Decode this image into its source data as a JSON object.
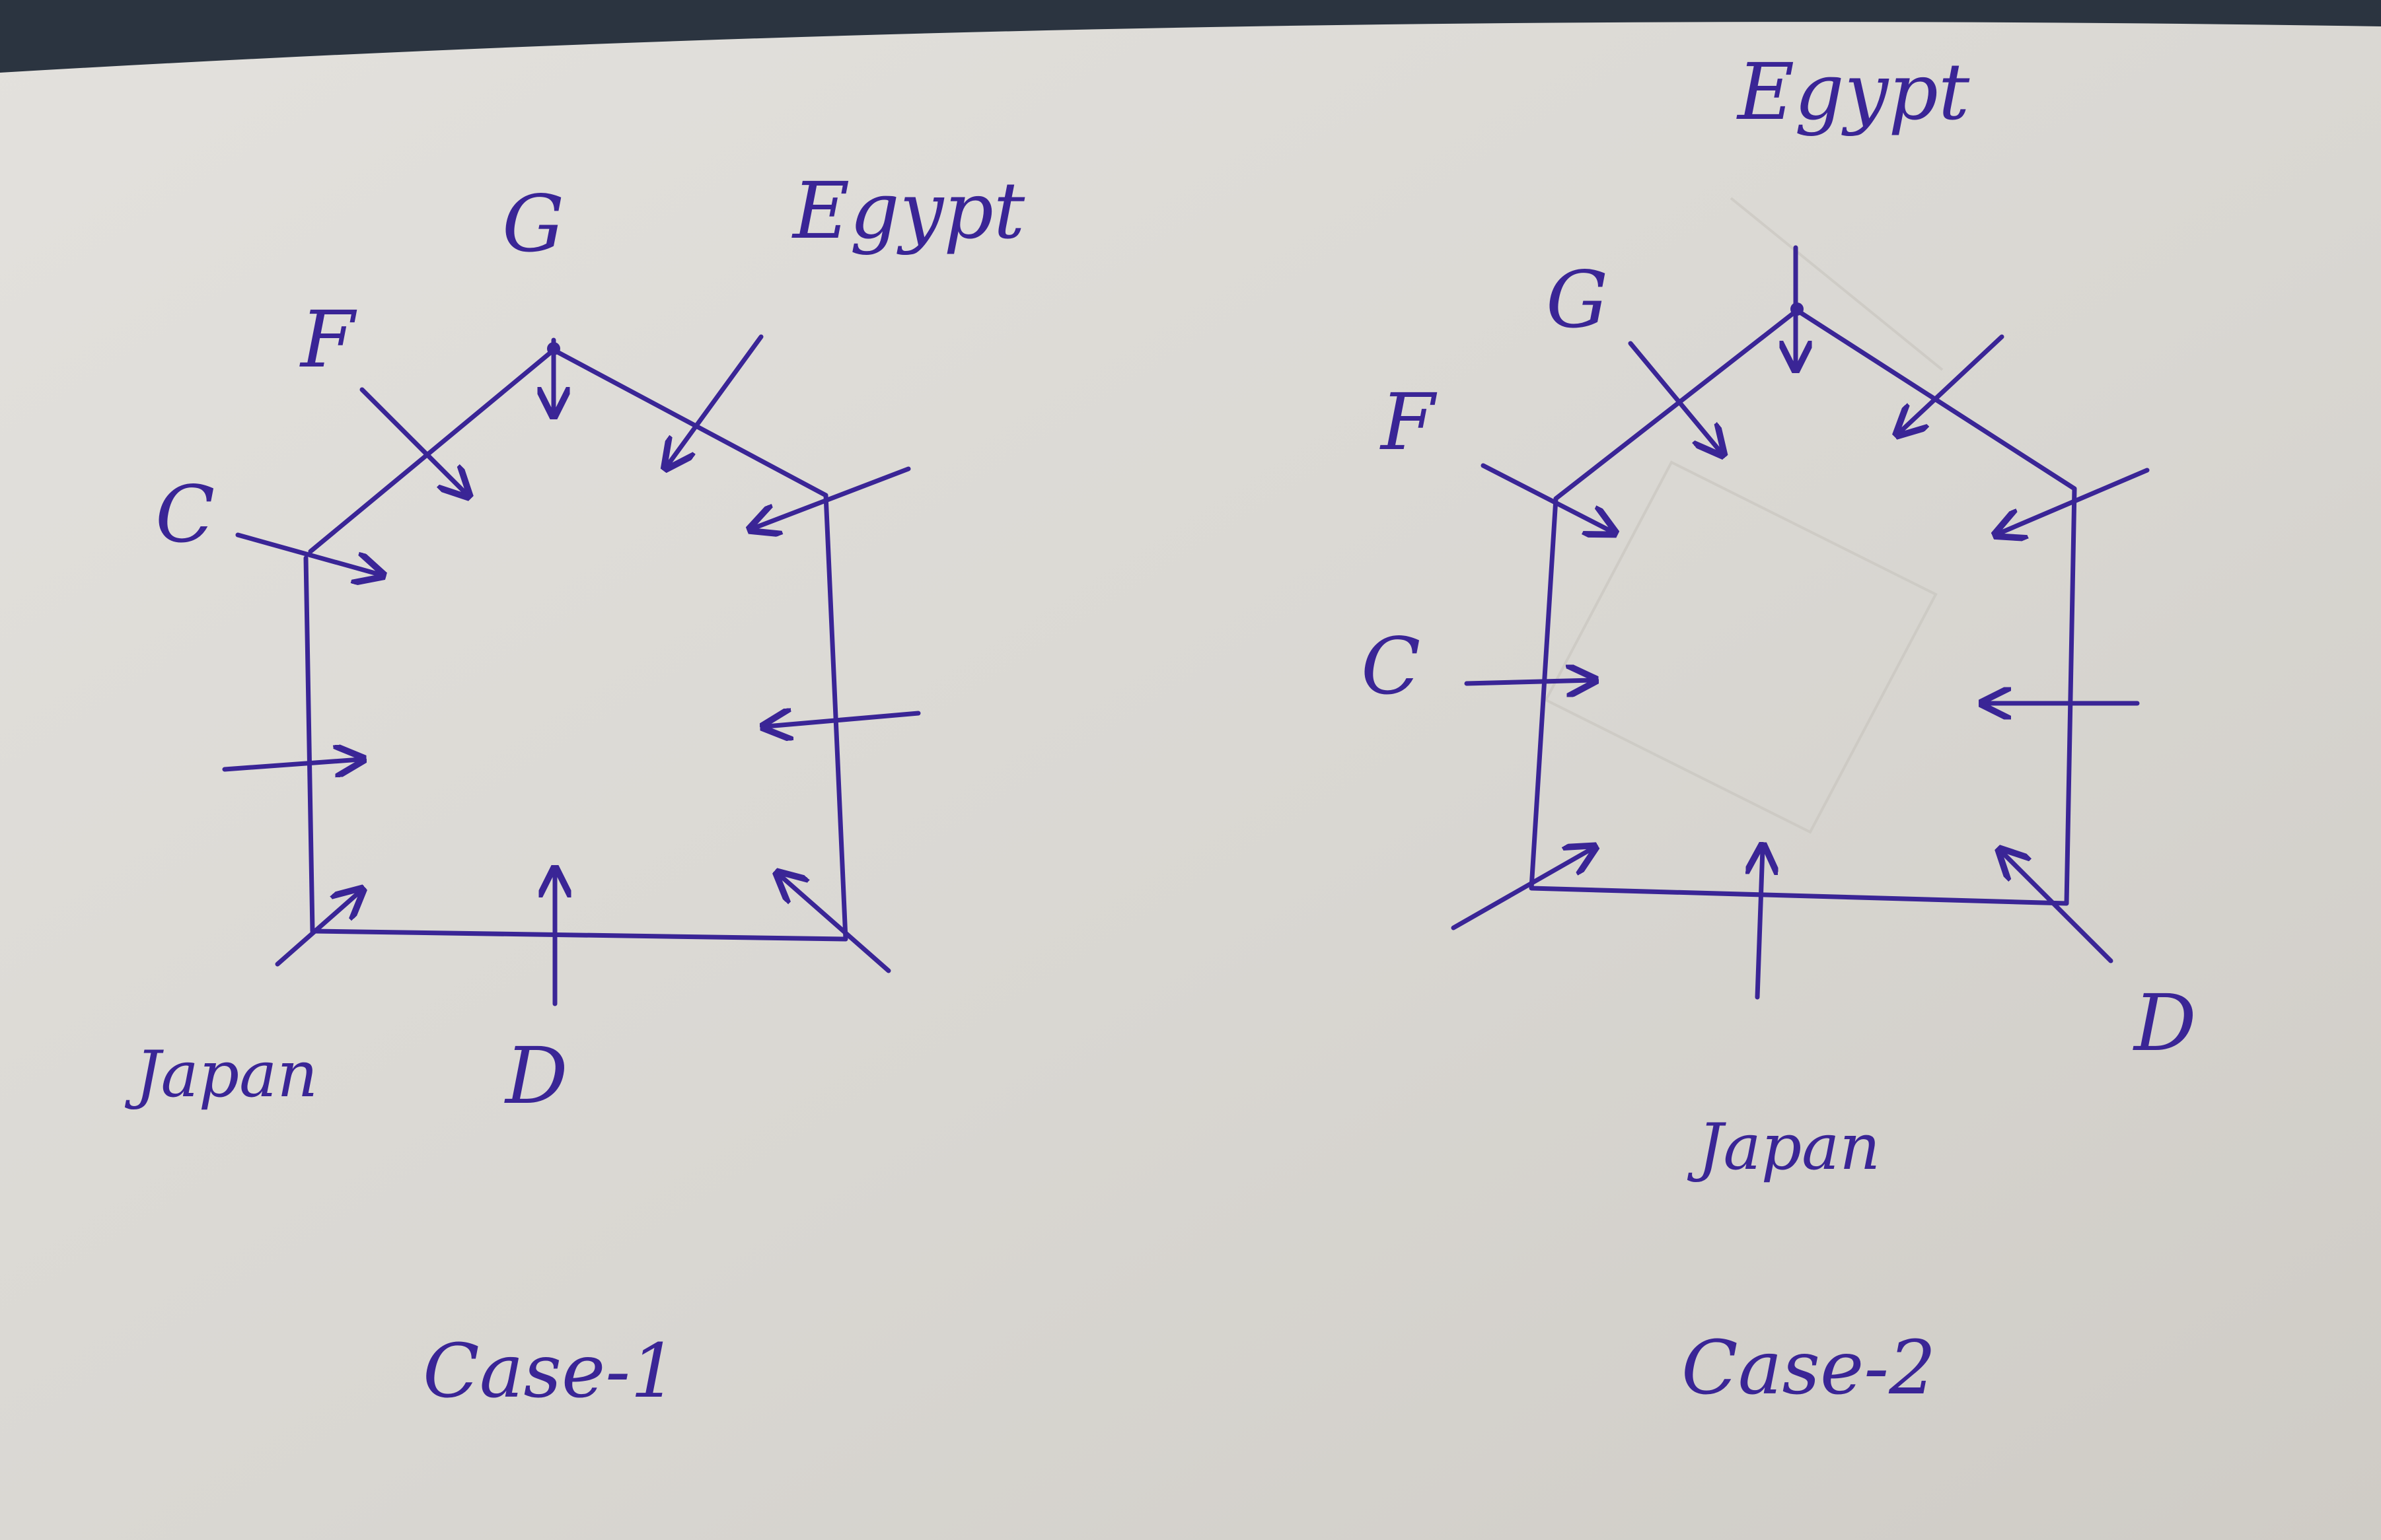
{
  "diagrams": [
    {
      "labels": {
        "g": "G",
        "egypt": "Egypt",
        "f": "F",
        "c": "C",
        "japan": "Japan",
        "d": "D"
      },
      "caption": "Case-1"
    },
    {
      "labels": {
        "egypt": "Egypt",
        "g": "G",
        "f": "F",
        "c": "C",
        "d": "D",
        "japan": "Japan"
      },
      "caption": "Case-2"
    }
  ],
  "colors": {
    "ink": "#3a2596",
    "paper": "#dcdad6",
    "background": "#2b3440"
  }
}
